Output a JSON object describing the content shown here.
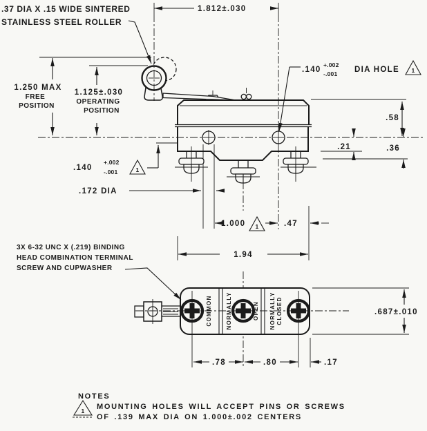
{
  "callouts": {
    "roller_line1": ".37 DIA X .15 WIDE SINTERED",
    "roller_line2": "STAINLESS STEEL ROLLER",
    "hole_right_value": ".140",
    "hole_right_tol_plus": "+.002",
    "hole_right_tol_minus": "-.001",
    "hole_right_label": "DIA HOLE",
    "hole_right_flag": "1",
    "hole_left_value": ".140",
    "hole_left_tol_plus": "+.002",
    "hole_left_tol_minus": "-.001",
    "hole_left_flag": "1",
    "screw_line1": "3X 6-32 UNC X (.219) BINDING",
    "screw_line2": "HEAD COMBINATION TERMINAL",
    "screw_line3": "SCREW AND CUPWASHER"
  },
  "dims": {
    "top_span": "1.812±.030",
    "free_value": "1.250 MAX",
    "free_line2": "FREE",
    "free_line3": "POSITION",
    "op_value": "1.125±.030",
    "op_line2": "OPERATING",
    "op_line3": "POSITION",
    "d58": ".58",
    "d21": ".21",
    "d36": ".36",
    "d172": ".172 DIA",
    "d1000": "1.000",
    "d1000_flag": "1",
    "d47": ".47",
    "d194": "1.94",
    "d687": ".687±.010",
    "d78": ".78",
    "d80": ".80",
    "d17": ".17"
  },
  "terminals": {
    "common": "COMMON",
    "no_word1": "NORMALLY",
    "no_word2": "OPEN",
    "nc_word1": "NORMALLY",
    "nc_word2": "CLOSED"
  },
  "notes": {
    "title": "NOTES",
    "flag": "1",
    "line1": "MOUNTING HOLES WILL ACCEPT PINS OR SCREWS",
    "line2": "OF .139 MAX DIA ON 1.000±.002 CENTERS"
  }
}
